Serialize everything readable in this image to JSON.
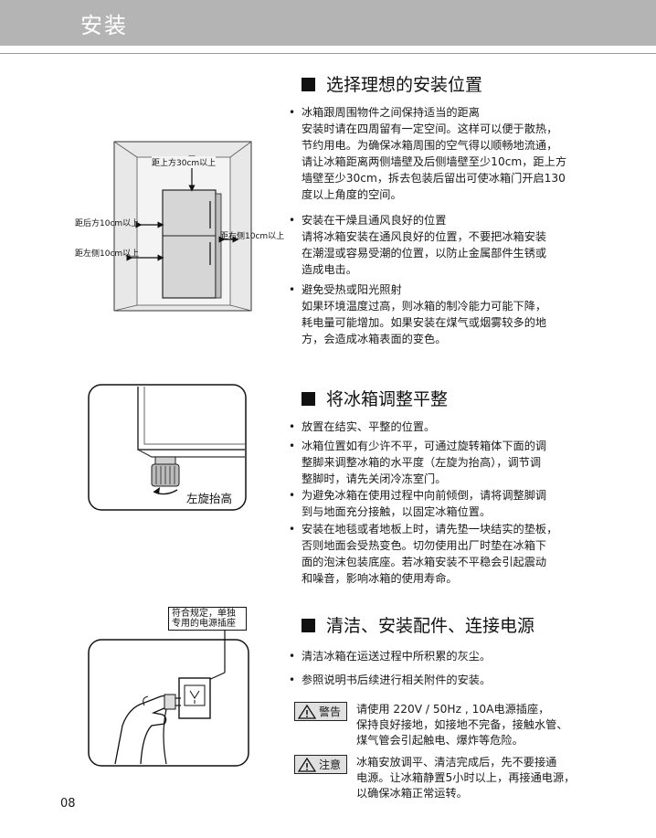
{
  "header": {
    "title": "安装"
  },
  "sections": [
    {
      "title": "选择理想的安装位置",
      "bullets": [
        {
          "heading": "冰箱跟周围物件之间保持适当的距离",
          "lines": [
            "安装时请在四周留有一定空间。这样可以便于散热，",
            "节约用电。为确保冰箱周围的空气得以顺畅地流通，",
            "请让冰箱距离两侧墙壁及后侧墙壁至少10cm，距上方",
            "墙壁至少30cm，拆去包装后留出可使冰箱门开启130",
            "度以上角度的空间。"
          ]
        },
        {
          "heading": "安装在干燥且通风良好的位置",
          "lines": [
            "请将冰箱安装在通风良好的位置，不要把冰箱安装",
            "在潮湿或容易受潮的位置，以防止金属部件生锈或",
            "造成电击。"
          ]
        },
        {
          "heading": "避免受热或阳光照射",
          "lines": [
            "如果环境温度过高，则冰箱的制冷能力可能下降，",
            "耗电量可能增加。如果安装在煤气或烟雾较多的地",
            "方，会造成冰箱表面的变色。"
          ]
        }
      ]
    },
    {
      "title": "将冰箱调整平整",
      "bullets": [
        {
          "lines": [
            "放置在结实、平整的位置。"
          ]
        },
        {
          "lines": [
            "冰箱位置如有少许不平，可通过旋转箱体下面的调",
            "整脚来调整冰箱的水平度（左旋为抬高），调节调",
            "整脚时，请先关闭冷冻室门。"
          ]
        },
        {
          "lines": [
            "为避免冰箱在使用过程中向前倾倒，请将调整脚调",
            "到与地面充分接触，以固定冰箱位置。"
          ]
        },
        {
          "lines": [
            "安装在地毯或者地板上时，请先垫一块结实的垫板，",
            "否则地面会受热变色。切勿使用出厂时垫在冰箱下",
            "面的泡沫包装底座。若冰箱安装不平稳会引起震动",
            "和噪音，影响冰箱的使用寿命。"
          ]
        }
      ]
    },
    {
      "title": "清洁、安装配件、连接电源",
      "bullets": [
        {
          "lines": [
            "清洁冰箱在运送过程中所积累的灰尘。"
          ]
        },
        {
          "lines": [
            "参照说明书后续进行相关附件的安装。"
          ]
        }
      ],
      "warnings": [
        {
          "badge": "警告",
          "lines": [
            "请使用 220V / 50Hz , 10A电源插座，",
            "保持良好接地，如接地不完备，接触水管、",
            "煤气管会引起触电、爆炸等危险。"
          ]
        },
        {
          "badge": "注意",
          "lines": [
            "冰箱安放调平、清洁完成后，先不要接通",
            "电源。让冰箱静置5小时以上，再接通电源，",
            "以确保冰箱正常运转。"
          ]
        }
      ]
    }
  ],
  "figures": {
    "clearance": {
      "top": "距上方30cm以上",
      "back": "距后方10cm以上",
      "left": "距左侧10cm以上",
      "right": "距右侧10cm以上"
    },
    "leveling": {
      "label": "左旋抬高"
    },
    "power": {
      "label_line1": "符合规定，单独",
      "label_line2": "专用的电源插座"
    }
  },
  "page": {
    "number": "08"
  }
}
